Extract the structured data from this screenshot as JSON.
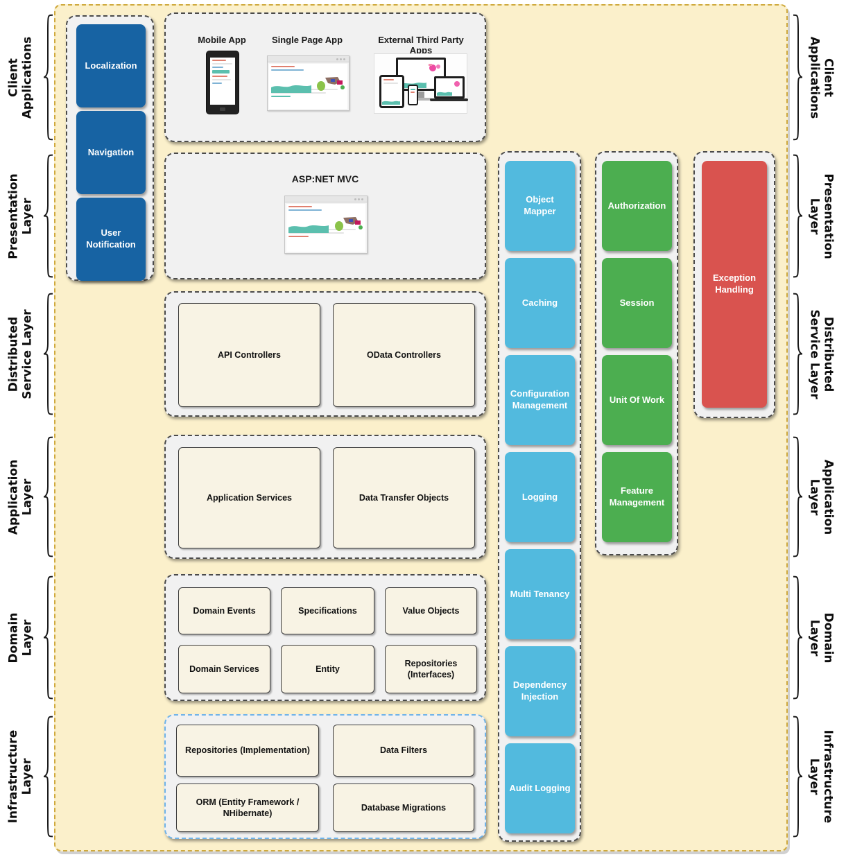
{
  "colors": {
    "blue": "#1763a3",
    "cyan": "#52bade",
    "green": "#4cae50",
    "red": "#d9534f",
    "background": "#fbf0cb",
    "panel": "#f1f1f1",
    "beige": "#f8f3e4",
    "outer_border": "#cfa93d",
    "infra_border": "#6fb3e9"
  },
  "layer_labels": [
    "Client\nApplications",
    "Presentation\nLayer",
    "Distributed\nService Layer",
    "Application\nLayer",
    "Domain\nLayer",
    "Infrastructure\nLayer"
  ],
  "left_column": {
    "items": [
      "Localization",
      "Navigation",
      "User Notification"
    ]
  },
  "client_applications": {
    "items": [
      "Mobile App",
      "Single Page App",
      "External Third Party Apps"
    ]
  },
  "presentation_layer": {
    "title": "ASP:NET MVC"
  },
  "distributed_service_layer": {
    "items": [
      "API Controllers",
      "OData Controllers"
    ]
  },
  "application_layer": {
    "items": [
      "Application Services",
      "Data Transfer Objects"
    ]
  },
  "domain_layer": {
    "items": [
      "Domain Events",
      "Specifications",
      "Value Objects",
      "Domain Services",
      "Entity",
      "Repositories (Interfaces)"
    ]
  },
  "infrastructure_layer": {
    "items": [
      "Repositories (Implementation)",
      "Data Filters",
      "ORM (Entity Framework / NHibernate)",
      "Database Migrations"
    ]
  },
  "cross_cutting": {
    "column1": [
      "Object Mapper",
      "Caching",
      "Configuration Management",
      "Logging",
      "Multi Tenancy",
      "Dependency Injection",
      "Audit Logging"
    ],
    "column2": [
      "Authorization",
      "Session",
      "Unit Of Work",
      "Feature Management"
    ],
    "column3": [
      "Exception Handling"
    ]
  }
}
